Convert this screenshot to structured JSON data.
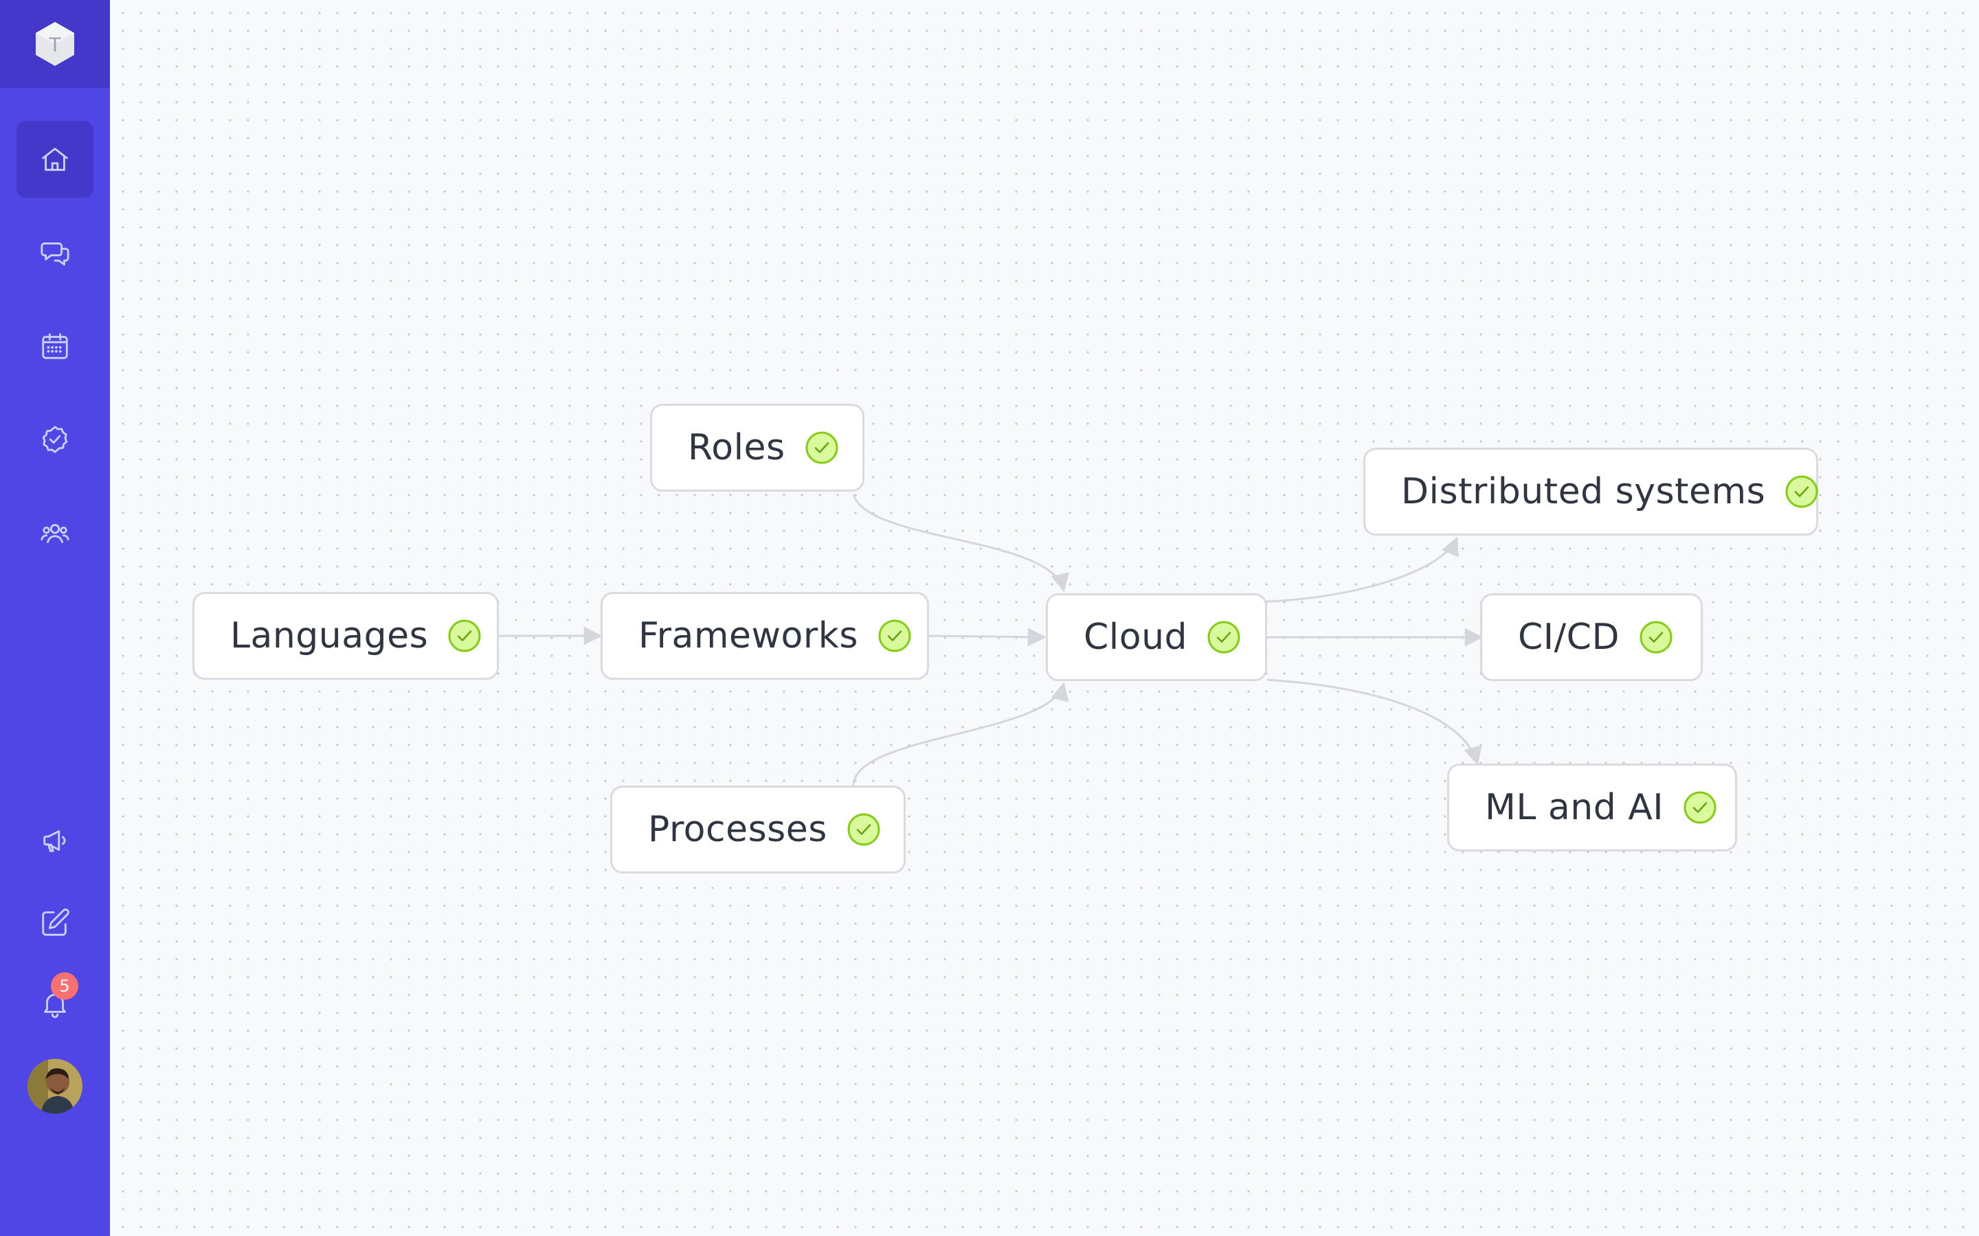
{
  "sidebar": {
    "logo": {
      "icon": "hexagon-logo-icon",
      "letter": "T"
    },
    "nav": [
      {
        "icon": "home-icon",
        "active": true
      },
      {
        "icon": "chat-icon",
        "active": false
      },
      {
        "icon": "calendar-icon",
        "active": false
      },
      {
        "icon": "badge-check-icon",
        "active": false
      },
      {
        "icon": "users-icon",
        "active": false
      }
    ],
    "bottom": [
      {
        "icon": "megaphone-icon"
      },
      {
        "icon": "edit-icon"
      },
      {
        "icon": "bell-icon",
        "badge": "5"
      }
    ],
    "avatar": {
      "icon": "user-avatar"
    }
  },
  "graph": {
    "nodes": {
      "languages": {
        "label": "Languages",
        "status": "complete"
      },
      "frameworks": {
        "label": "Frameworks",
        "status": "complete"
      },
      "roles": {
        "label": "Roles",
        "status": "complete"
      },
      "processes": {
        "label": "Processes",
        "status": "complete"
      },
      "cloud": {
        "label": "Cloud",
        "status": "complete"
      },
      "distributed": {
        "label": "Distributed systems",
        "status": "complete"
      },
      "cicd": {
        "label": "CI/CD",
        "status": "complete"
      },
      "mlai": {
        "label": "ML and AI",
        "status": "complete"
      }
    },
    "edges": [
      [
        "languages",
        "frameworks"
      ],
      [
        "frameworks",
        "cloud"
      ],
      [
        "roles",
        "cloud"
      ],
      [
        "processes",
        "cloud"
      ],
      [
        "cloud",
        "distributed"
      ],
      [
        "cloud",
        "cicd"
      ],
      [
        "cloud",
        "mlai"
      ]
    ]
  },
  "colors": {
    "sidebar": "#4f46e5",
    "sidebar_dark": "#4338ca",
    "check_fill": "#d9f99d",
    "check_stroke": "#84cc16",
    "edge": "#d4d6db",
    "badge": "#f87171"
  }
}
